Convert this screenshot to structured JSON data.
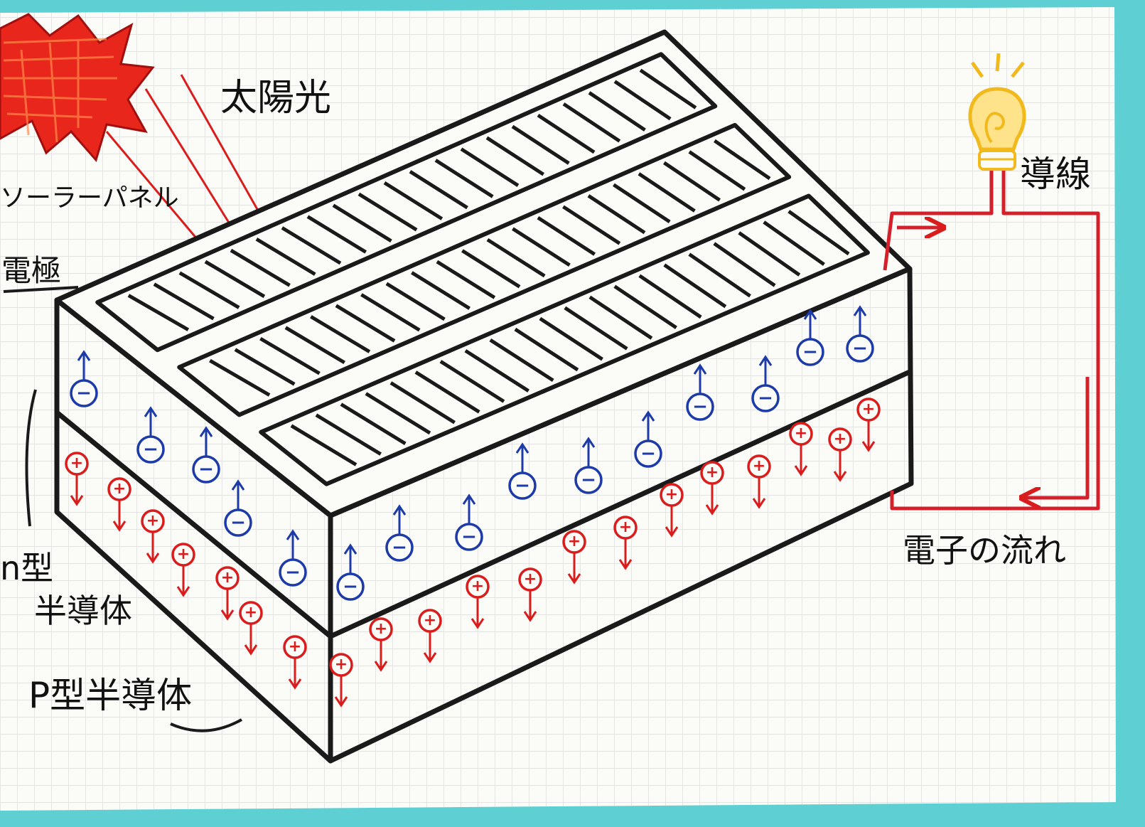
{
  "colors": {
    "background_border": "#5ecfd2",
    "paper": "#fbfbf8",
    "grid": "#d6d6d6",
    "outline": "#1a1a1a",
    "electron": "#1c3aa8",
    "hole": "#d91c1c",
    "sun": "#e8261b",
    "bulb": "#f1b91c",
    "wire": "#d3202a"
  },
  "labels": {
    "sunlight": "太陽光",
    "solar_panel": "ソーラーパネル",
    "electrode": "電極",
    "wire": "導線",
    "electron_flow": "電子の流れ",
    "n_type_letter": "n型",
    "n_type_rest": "半導体",
    "p_type": "P型半導体"
  },
  "symbols": {
    "electron": "−",
    "hole": "+"
  },
  "icons": {
    "sun": "sun-icon",
    "bulb": "light-bulb-icon"
  }
}
